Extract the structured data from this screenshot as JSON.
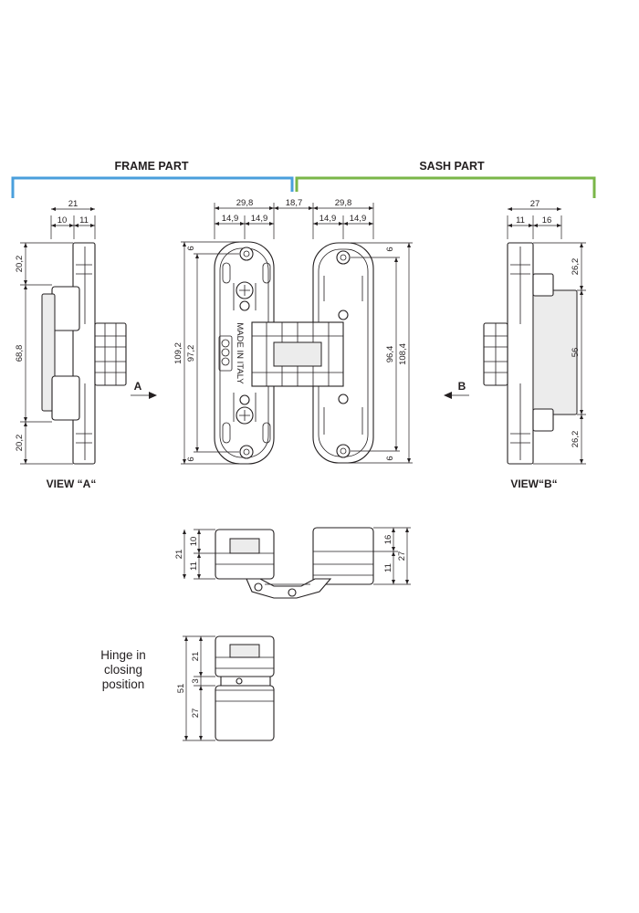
{
  "header": {
    "frame_label": "FRAME PART",
    "sash_label": "SASH PART",
    "frame_color": "#4a9fdc",
    "sash_color": "#7ab648"
  },
  "view_a": {
    "title": "VIEW “A“",
    "arrow_label": "A",
    "dim_total_width": "21",
    "dim_width_1": "10",
    "dim_width_2": "11",
    "dim_top": "20,2",
    "dim_middle": "68,8",
    "dim_bottom": "20,2"
  },
  "front": {
    "dim_frame_width": "29,8",
    "dim_frame_half_1": "14,9",
    "dim_frame_half_2": "14,9",
    "dim_gap": "18,7",
    "dim_sash_width": "29,8",
    "dim_sash_half_1": "14,9",
    "dim_sash_half_2": "14,9",
    "dim_frame_top_offset": "6",
    "dim_frame_bottom_offset": "6",
    "dim_sash_top_offset": "6",
    "dim_sash_bottom_offset": "6",
    "dim_frame_overall": "109,2",
    "dim_frame_holes": "97,2",
    "dim_sash_holes": "96,4",
    "dim_sash_overall": "108,4",
    "marking": "MADE IN ITALY"
  },
  "view_b": {
    "title": "VIEW“B“",
    "arrow_label": "B",
    "dim_total_width": "27",
    "dim_width_1": "11",
    "dim_width_2": "16",
    "dim_top": "26,2",
    "dim_middle": "56",
    "dim_bottom": "26,2"
  },
  "open_section": {
    "dim_left_total": "21",
    "dim_left_upper": "10",
    "dim_left_lower": "11",
    "dim_right_upper": "16",
    "dim_right_lower": "11",
    "dim_right_total": "27"
  },
  "closed_section": {
    "note_line_1": "Hinge in",
    "note_line_2": "closing",
    "note_line_3": "position",
    "dim_total": "51",
    "dim_upper": "21",
    "dim_gap": "3",
    "dim_lower": "27"
  }
}
